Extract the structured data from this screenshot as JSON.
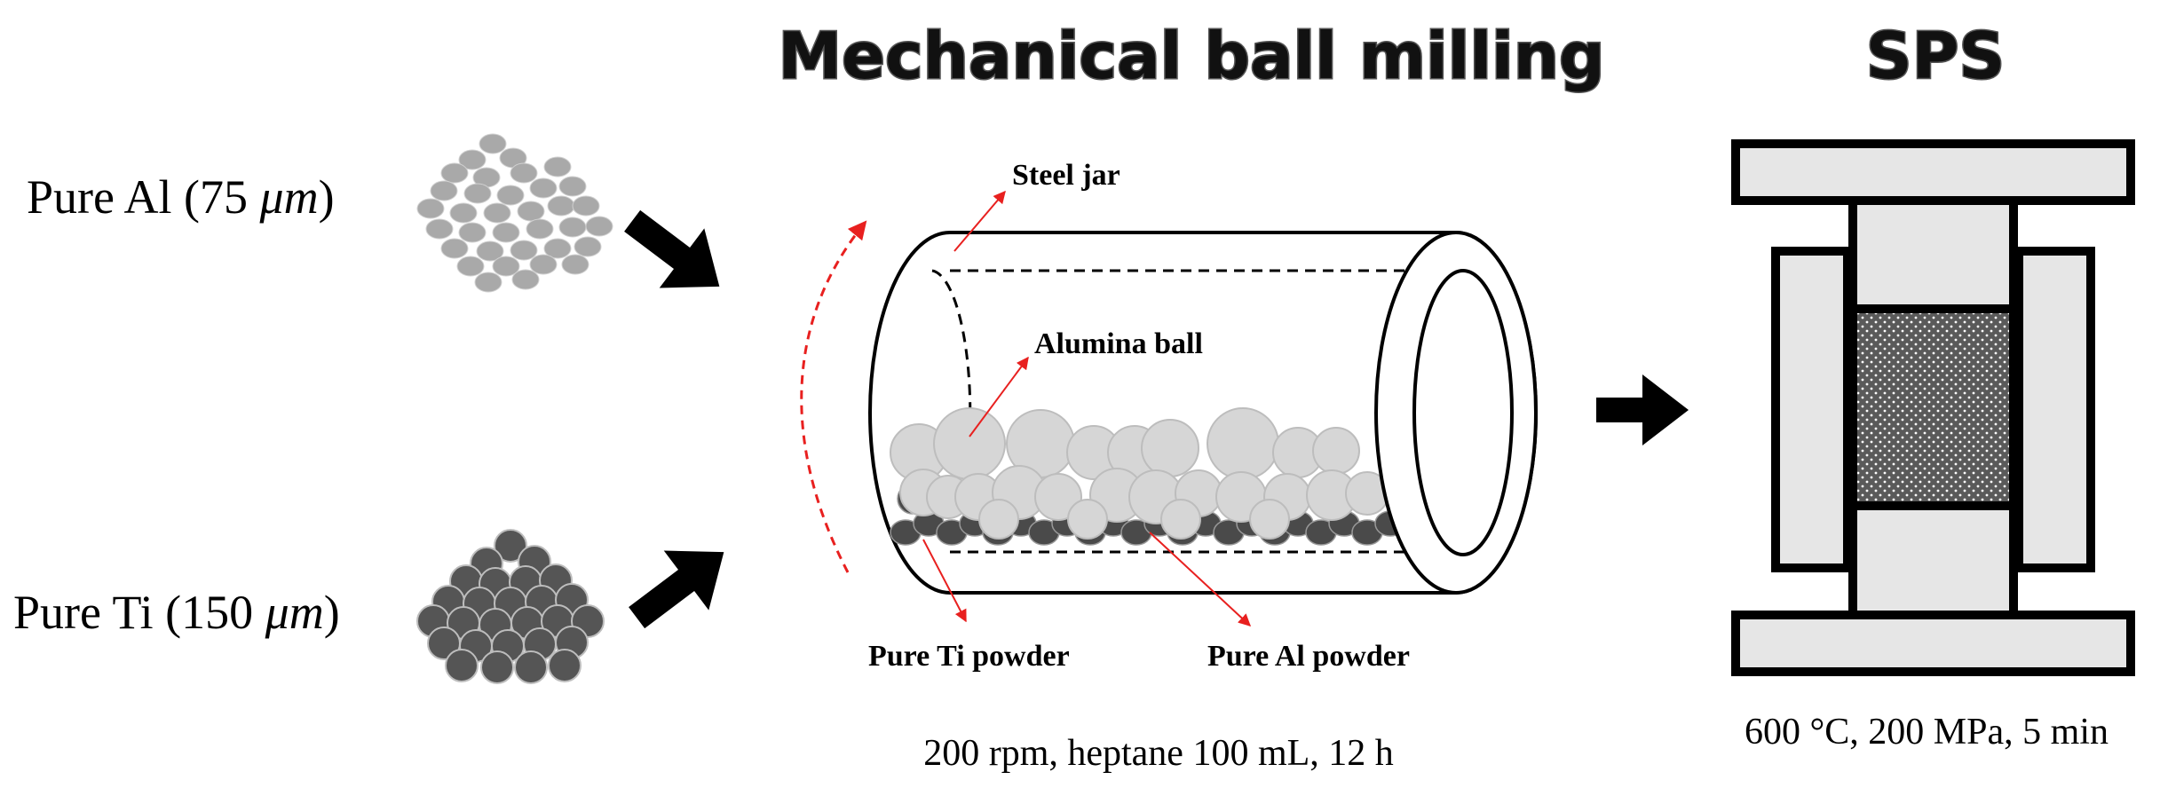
{
  "headings": {
    "milling": "Mechanical ball milling",
    "sps": "SPS"
  },
  "inputs": {
    "al": {
      "prefix": "Pure Al (75 ",
      "unit": "μm",
      "suffix": ")",
      "color": "#a9a9a9"
    },
    "ti": {
      "prefix": "Pure Ti (150 ",
      "unit": "μm",
      "suffix": ")",
      "color": "#555555"
    }
  },
  "jar_labels": {
    "steel_jar": "Steel jar",
    "alumina_ball": "Alumina ball",
    "pure_ti_powder": "Pure Ti powder",
    "pure_al_powder": "Pure Al powder"
  },
  "conditions": {
    "milling": "200 rpm, heptane 100 mL, 12 h",
    "sps": "600 °C, 200 MPa, 5 min"
  },
  "colors": {
    "annotation_arrow": "#e8201f",
    "alumina_ball": "#d6d6d6",
    "die_fill": "#e6e6e6",
    "powder_core": "#5a5a5a"
  }
}
